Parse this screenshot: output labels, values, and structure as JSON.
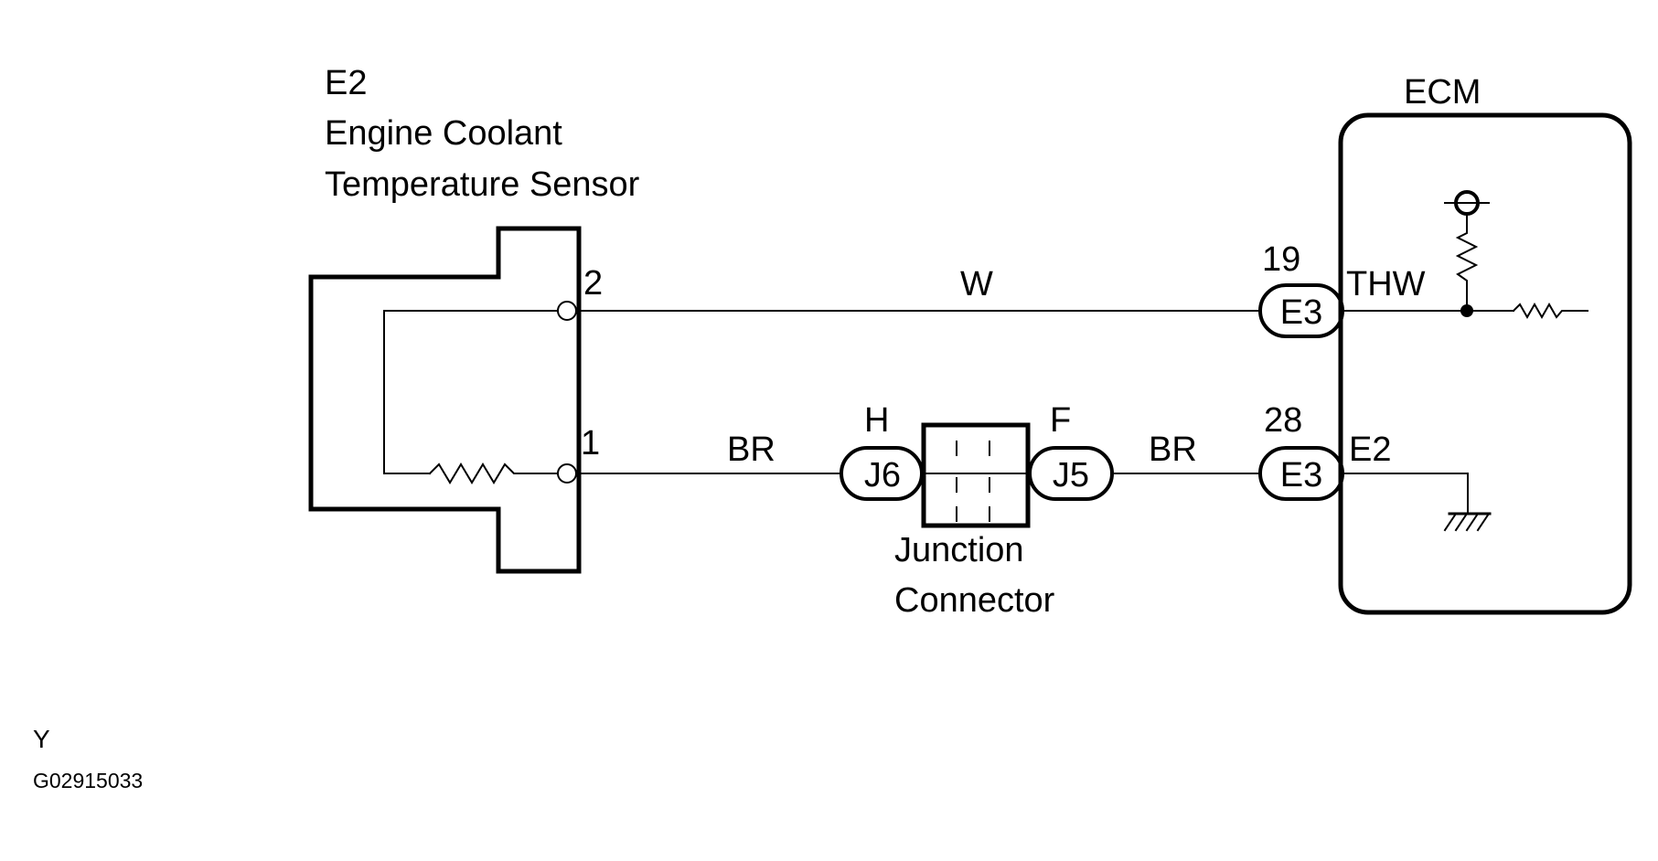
{
  "sensor": {
    "code": "E2",
    "name_line1": "Engine Coolant",
    "name_line2": "Temperature Sensor",
    "pin_top": "2",
    "pin_bottom": "1"
  },
  "wires": {
    "top_color": "W",
    "bottom_left_color": "BR",
    "bottom_right_color": "BR"
  },
  "junction": {
    "left_pin": "H",
    "left_connector": "J6",
    "right_pin": "F",
    "right_connector": "J5",
    "label_line1": "Junction",
    "label_line2": "Connector"
  },
  "ecm": {
    "title": "ECM",
    "top_pin": "19",
    "top_connector": "E3",
    "top_signal": "THW",
    "bottom_pin": "28",
    "bottom_connector": "E3",
    "bottom_signal": "E2"
  },
  "footer": {
    "code_letter": "Y",
    "figure_id": "G02915033"
  }
}
